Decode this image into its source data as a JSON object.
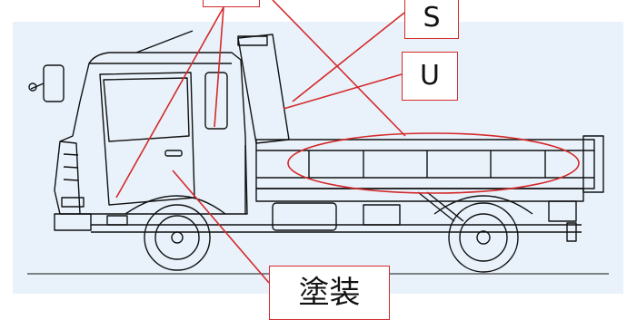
{
  "labels": {
    "top": "",
    "s": "S",
    "u": "U",
    "paint": "塗装"
  },
  "colors": {
    "callout": "#d42a2a",
    "panel": "#e9f2fb",
    "ink": "#111111"
  }
}
